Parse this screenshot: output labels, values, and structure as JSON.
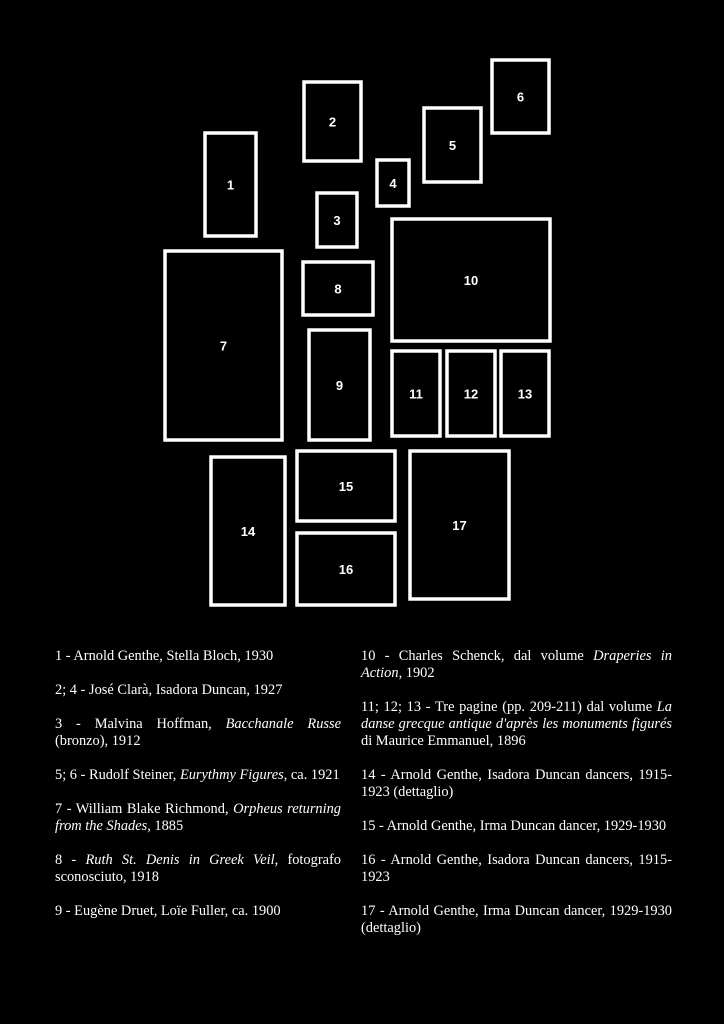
{
  "frames": [
    {
      "id": "1",
      "label": "1"
    },
    {
      "id": "2",
      "label": "2"
    },
    {
      "id": "3",
      "label": "3"
    },
    {
      "id": "4",
      "label": "4"
    },
    {
      "id": "5",
      "label": "5"
    },
    {
      "id": "6",
      "label": "6"
    },
    {
      "id": "7",
      "label": "7"
    },
    {
      "id": "8",
      "label": "8"
    },
    {
      "id": "9",
      "label": "9"
    },
    {
      "id": "10",
      "label": "10"
    },
    {
      "id": "11",
      "label": "11"
    },
    {
      "id": "12",
      "label": "12"
    },
    {
      "id": "13",
      "label": "13"
    },
    {
      "id": "14",
      "label": "14"
    },
    {
      "id": "15",
      "label": "15"
    },
    {
      "id": "16",
      "label": "16"
    },
    {
      "id": "17",
      "label": "17"
    }
  ],
  "captions_left": [
    [
      {
        "t": "1 - Arnold Genthe, Stella Bloch, 1930"
      }
    ],
    [
      {
        "t": "2; 4 - José Clarà, Isadora Duncan, 1927"
      }
    ],
    [
      {
        "t": "3 - Malvina Hoffman, "
      },
      {
        "t": "Bacchanale Russe",
        "i": true
      },
      {
        "t": " (bronzo), 1912"
      }
    ],
    [
      {
        "t": "5; 6 - Rudolf Steiner, "
      },
      {
        "t": "Eurythmy Figures",
        "i": true
      },
      {
        "t": ", ca. 1921"
      }
    ],
    [
      {
        "t": "7 - William Blake Richmond, "
      },
      {
        "t": "Orpheus returning from the Shades",
        "i": true
      },
      {
        "t": ", 1885"
      }
    ],
    [
      {
        "t": "8 - "
      },
      {
        "t": "Ruth St. Denis in Greek Veil",
        "i": true
      },
      {
        "t": ", fotografo sconosciuto, 1918"
      }
    ],
    [
      {
        "t": "9 - Eugène Druet, Loïe Fuller,  ca. 1900"
      }
    ]
  ],
  "captions_right": [
    [
      {
        "t": "10 - Charles Schenck, dal volume "
      },
      {
        "t": "Draperies in Action",
        "i": true
      },
      {
        "t": ", 1902"
      }
    ],
    [
      {
        "t": "11; 12; 13 - Tre pagine (pp. 209-211) dal volume "
      },
      {
        "t": "La danse grecque antique d'après les monuments figurés",
        "i": true
      },
      {
        "t": " di Maurice Emmanuel, 1896"
      }
    ],
    [
      {
        "t": "14 - Arnold Genthe, Isadora Duncan dancers, 1915-1923 (dettaglio)"
      }
    ],
    [
      {
        "t": "15 - Arnold Genthe, Irma Duncan dancer, 1929-1930"
      }
    ],
    [
      {
        "t": "16 - Arnold Genthe, Isadora Duncan dancers, 1915-1923"
      }
    ],
    [
      {
        "t": "17 - Arnold Genthe, Irma Duncan dancer, 1929-1930 (dettaglio)"
      }
    ]
  ]
}
